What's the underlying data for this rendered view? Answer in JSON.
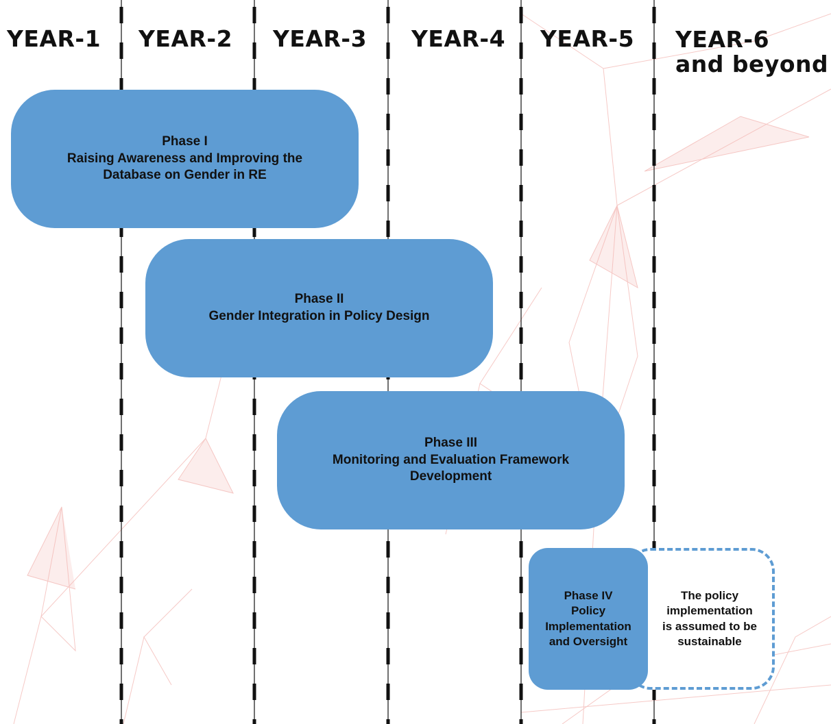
{
  "years": [
    "YEAR-1",
    "YEAR-2",
    "YEAR-3",
    "YEAR-4",
    "YEAR-5"
  ],
  "year6": {
    "line1": "YEAR-6",
    "line2": "and beyond"
  },
  "phases": [
    {
      "lines": [
        "Phase I",
        "Raising Awareness and Improving the",
        "Database on Gender in RE"
      ]
    },
    {
      "lines": [
        "Phase II",
        "Gender Integration in Policy Design"
      ]
    },
    {
      "lines": [
        "Phase III",
        "Monitoring and Evaluation Framework",
        "Development"
      ]
    },
    {
      "lines": [
        "Phase IV",
        "Policy",
        "Implementation",
        "and Oversight"
      ]
    }
  ],
  "note": {
    "lines": [
      "The policy",
      "implementation",
      "is assumed to be",
      "sustainable"
    ]
  },
  "colors": {
    "phase_fill": "#5e9cd3",
    "divider": "#111111",
    "background_art": "#f3b7b3"
  }
}
